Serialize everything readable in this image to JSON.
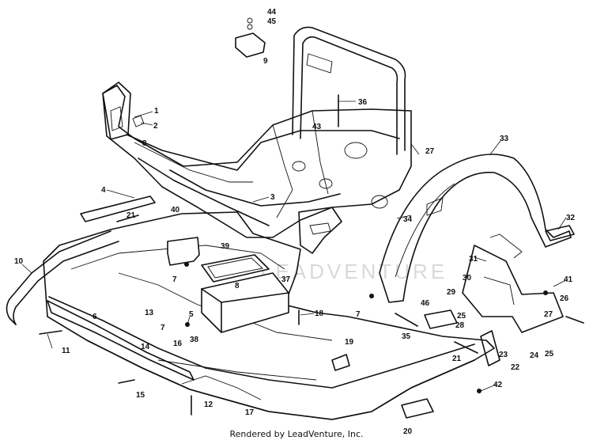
{
  "watermark": "LEADVENTURE",
  "credit": "Rendered by LeadVenture, Inc.",
  "callouts": [
    "1",
    "2",
    "3",
    "4",
    "5",
    "6",
    "7",
    "8",
    "9",
    "10",
    "11",
    "12",
    "13",
    "14",
    "15",
    "16",
    "17",
    "18",
    "19",
    "20",
    "21",
    "22",
    "23",
    "24",
    "25",
    "26",
    "27",
    "28",
    "29",
    "30",
    "31",
    "32",
    "33",
    "34",
    "35",
    "36",
    "37",
    "38",
    "39",
    "40",
    "41",
    "42",
    "43",
    "44",
    "45",
    "46"
  ]
}
